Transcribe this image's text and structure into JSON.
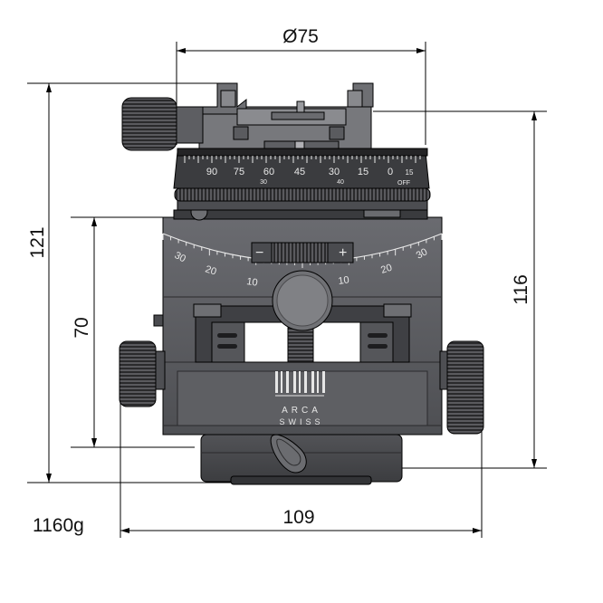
{
  "dimensions": {
    "top_width": "Ø75",
    "total_height": "121",
    "body_height": "70",
    "right_height": "116",
    "base_width": "109",
    "weight": "1160g"
  },
  "dial_scale": {
    "labels": [
      "90",
      "75",
      "60",
      "45",
      "30",
      "15",
      "0",
      "15"
    ],
    "off_label": "OFF",
    "sub_labels": [
      "30",
      "40"
    ]
  },
  "tilt_scale": {
    "left_labels": [
      "30",
      "20",
      "10"
    ],
    "right_labels": [
      "10",
      "20",
      "30"
    ],
    "minus": "−",
    "plus": "+"
  },
  "brand": {
    "line1": "ARCA",
    "line2": "SWISS"
  },
  "colors": {
    "body": "#5b5c60",
    "body_light": "#77787c",
    "dark": "#2f3033",
    "line": "#000000"
  }
}
